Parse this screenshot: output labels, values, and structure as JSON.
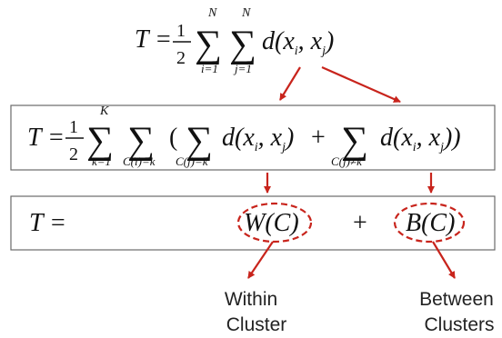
{
  "equations": {
    "top": {
      "lhs": "T =",
      "half_num": "1",
      "half_den": "2",
      "sum1_upper": "N",
      "sum1_lower": "i=1",
      "sum2_upper": "N",
      "sum2_lower": "j=1",
      "term": "d(xi, xj)"
    },
    "middle": {
      "lhs": "T =",
      "half_num": "1",
      "half_den": "2",
      "sum_k_upper": "K",
      "sum_k_lower": "k=1",
      "sum_c_lower": "C(i)=k",
      "inner_sum1_lower": "C(j)=k",
      "inner_sum2_lower": "C(j)≠k",
      "term": "d(xi, xj)",
      "plus": "+"
    },
    "bottom": {
      "lhs": "T =",
      "within_term": "W(C)",
      "plus": "+",
      "between_term": "B(C)"
    }
  },
  "labels": {
    "within_line1": "Within",
    "within_line2": "Cluster",
    "between_line1": "Between",
    "between_line2": "Clusters"
  },
  "colors": {
    "accent": "#c8241c",
    "box_border": "#6a6a6a",
    "text": "#111111"
  }
}
